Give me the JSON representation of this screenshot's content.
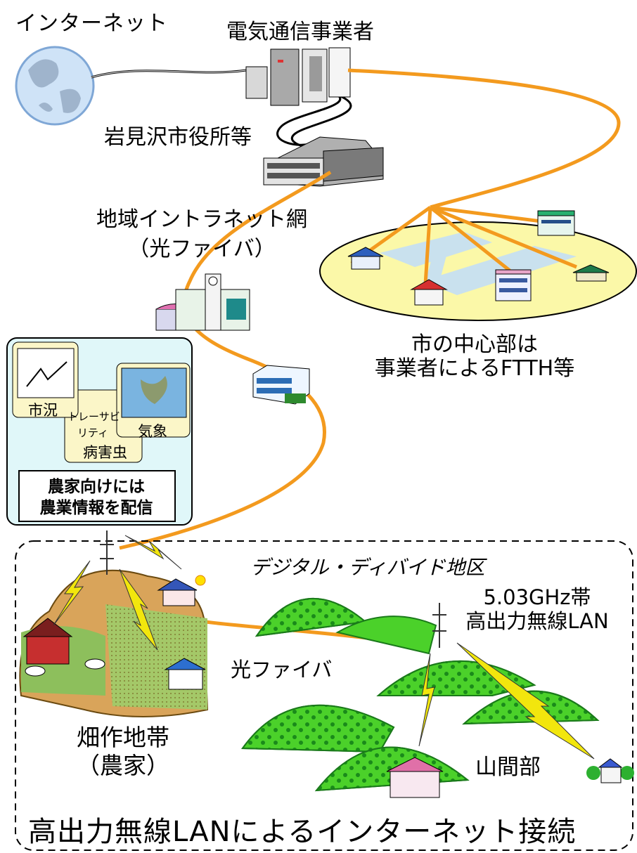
{
  "labels": {
    "internet": "インターネット",
    "telecom": "電気通信事業者",
    "city_hall": "岩見沢市役所等",
    "intranet_line1": "地域イントラネット網",
    "intranet_line2": "（光ファイバ）",
    "city_center_line1": "市の中心部は",
    "city_center_line2": "事業者によるFTTH等",
    "digital_divide": "デジタル・ディバイド地区",
    "wireless_line1": "5.03GHz帯",
    "wireless_line2": "高出力無線LAN",
    "fiber": "光ファイバ",
    "farm_line1": "畑作地帯",
    "farm_line2": "（農家）",
    "mountain": "山間部",
    "bottom_title": "高出力無線LANによるインターネット接続"
  },
  "info_panel": {
    "market": "市況",
    "trace_line1": "トレーサビ",
    "trace_line2": "リティ",
    "pests": "病害虫",
    "weather": "気象",
    "box_line1": "農家向けには",
    "box_line2": "農業情報を配信"
  },
  "colors": {
    "fiber": "#f39a1e",
    "ellipse_fill": "#fbf8a8",
    "panel_fill": "#e0f7f9",
    "mountain_green": "#34c61a",
    "lightning": "#f2e60d"
  }
}
